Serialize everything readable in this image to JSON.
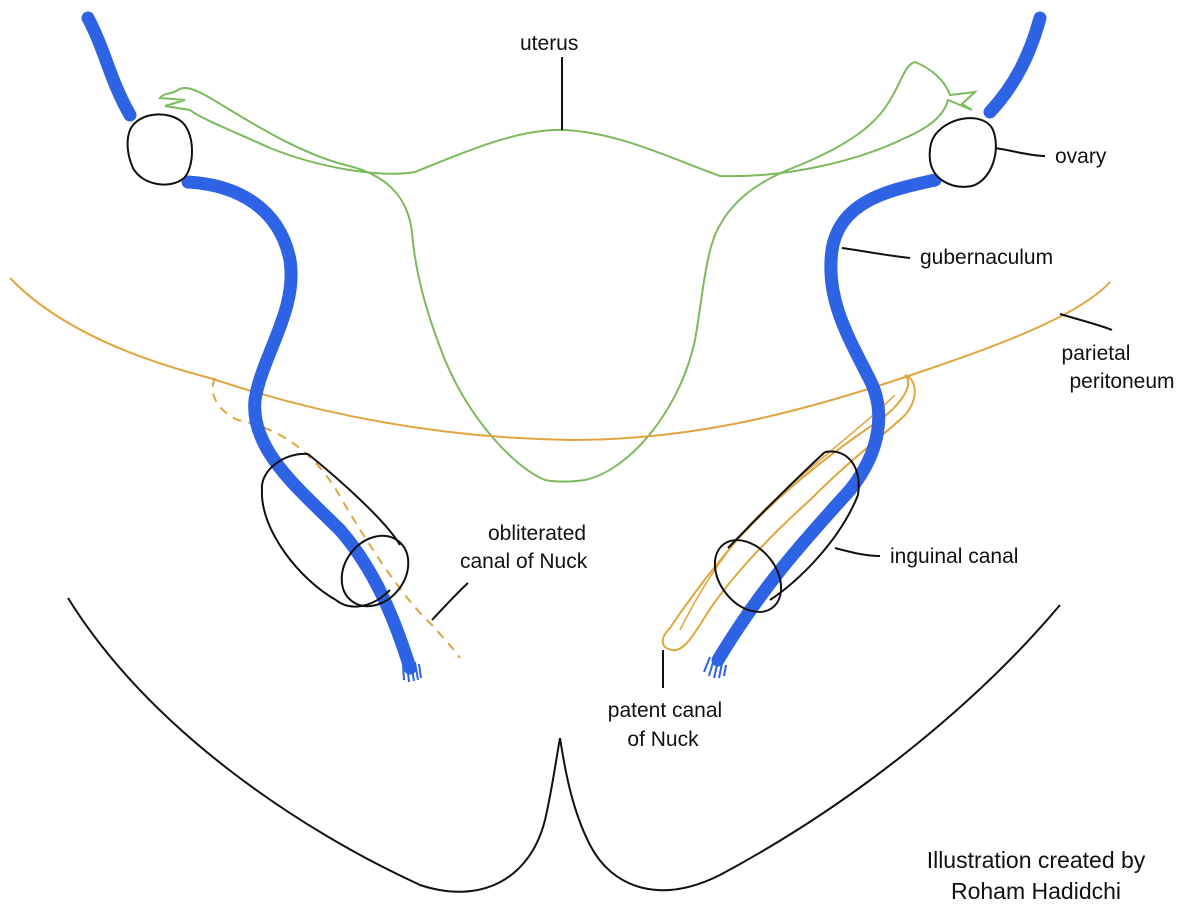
{
  "labels": {
    "uterus": "uterus",
    "ovary": "ovary",
    "gubernaculum": "gubernaculum",
    "parietal_peritoneum_1": "parietal",
    "parietal_peritoneum_2": "peritoneum",
    "obliterated_1": "obliterated",
    "obliterated_2": "canal of Nuck",
    "inguinal_canal": "inguinal canal",
    "patent_1": "patent canal",
    "patent_2": "of Nuck"
  },
  "credit": {
    "line1": "Illustration created by",
    "line2": "Roham Hadidchi"
  },
  "colors": {
    "uterus": "#7cba5e",
    "gubernaculum": "#2f63e6",
    "peritoneum": "#e0a53c",
    "outline": "#111111"
  }
}
